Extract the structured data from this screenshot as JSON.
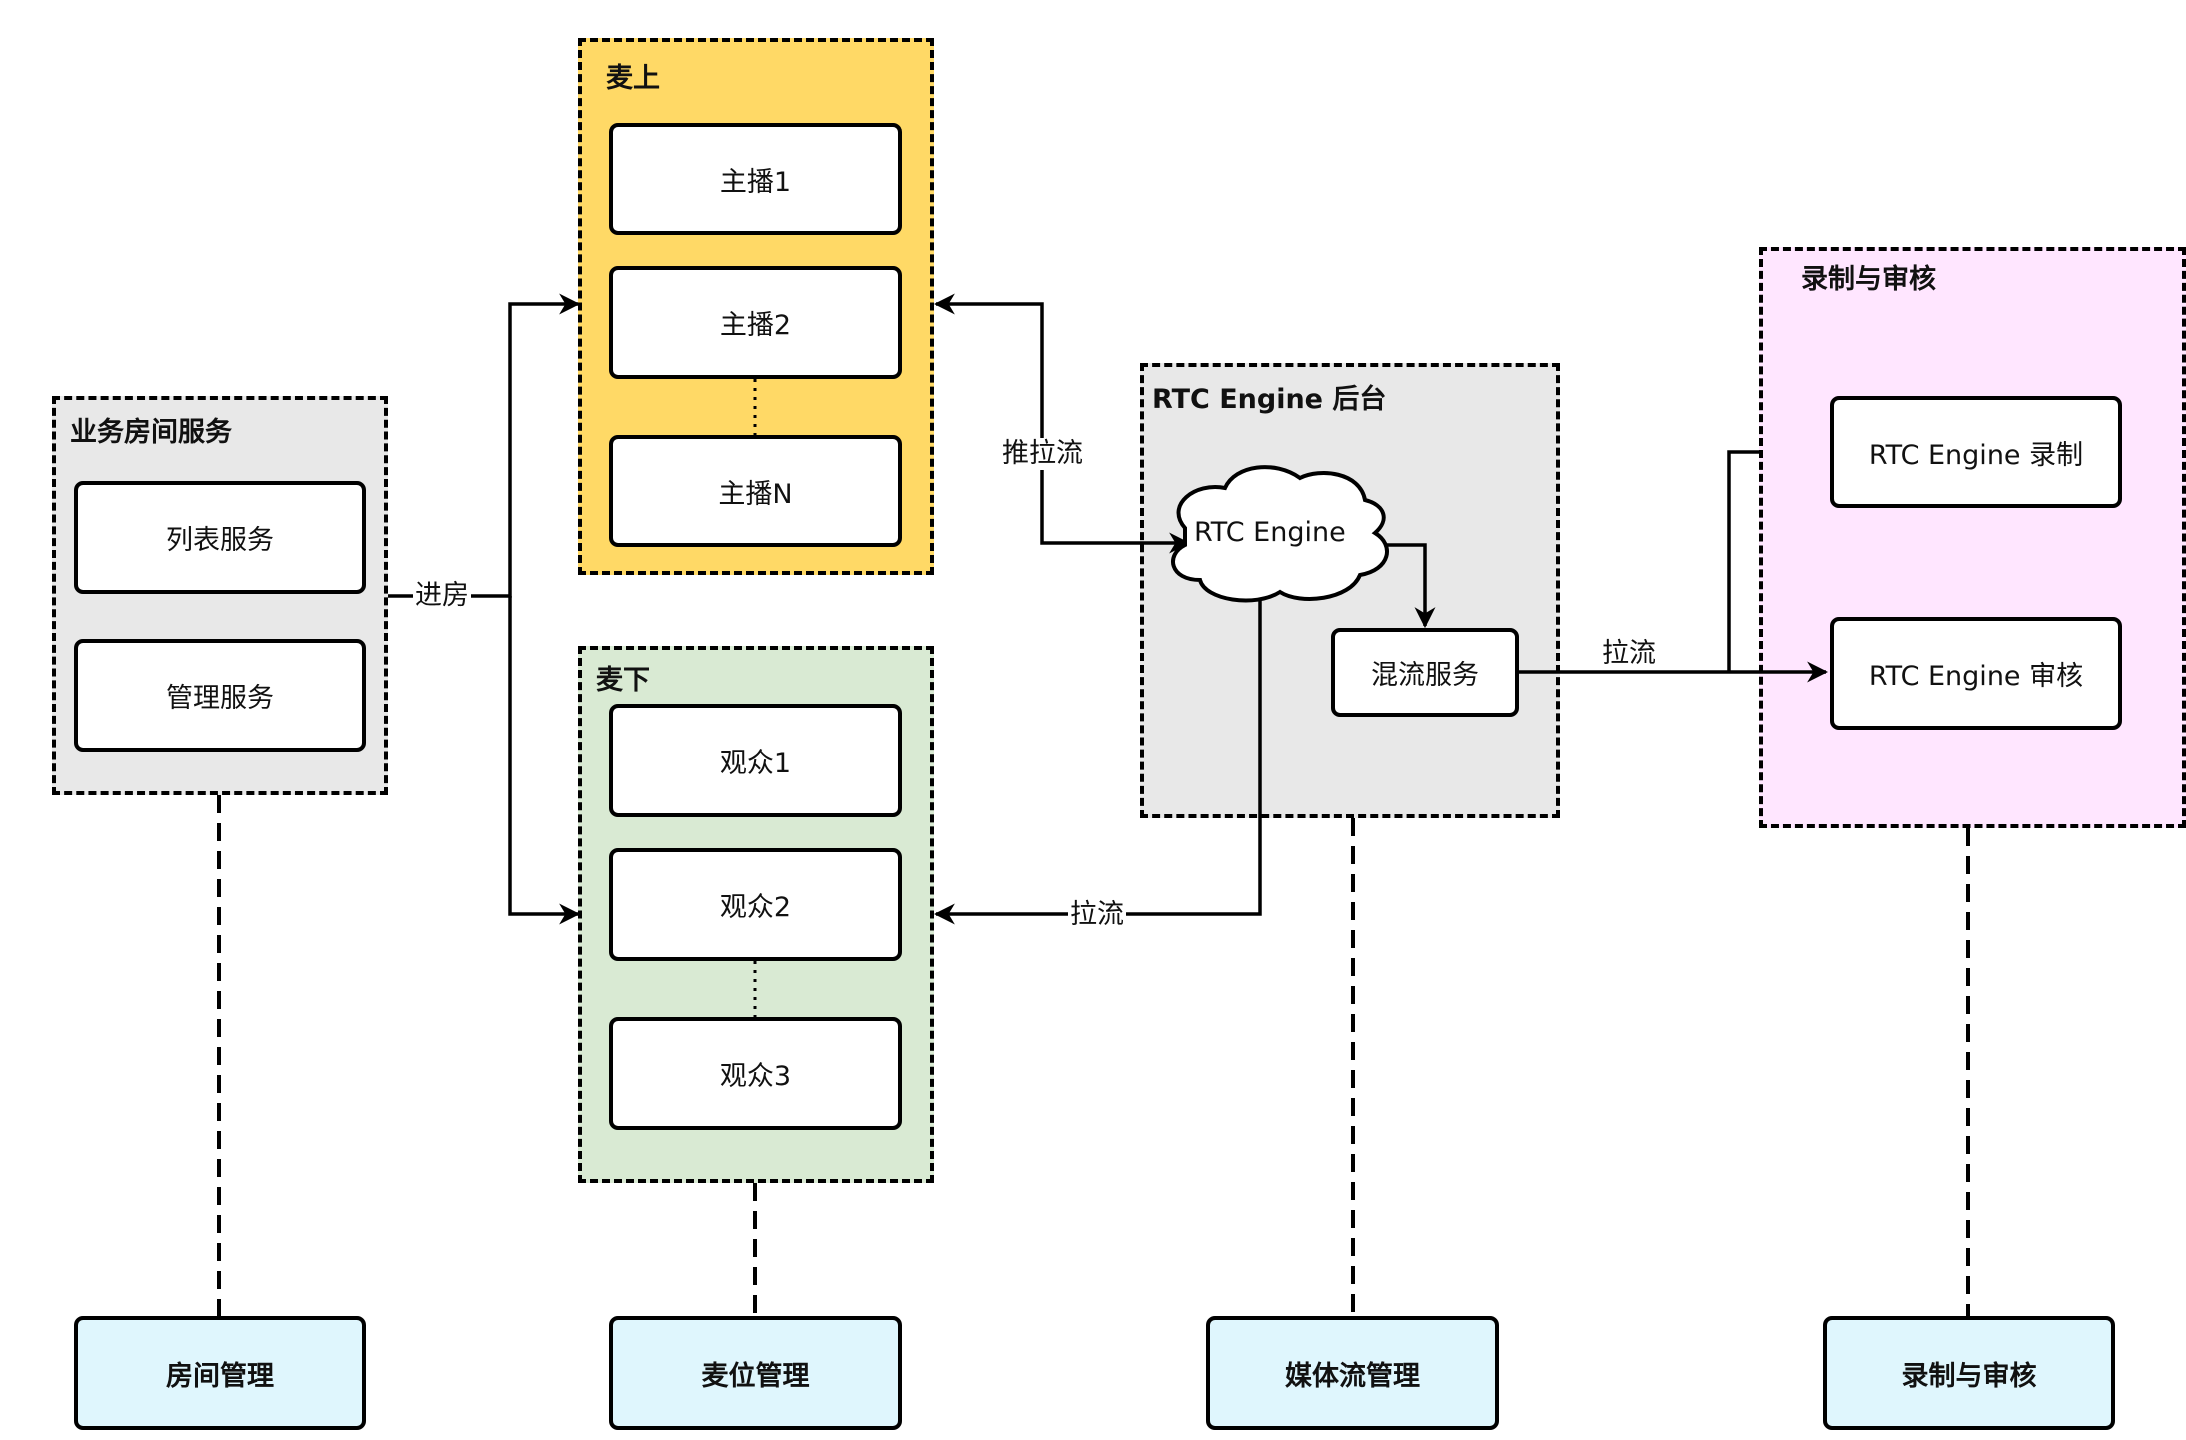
{
  "groups": {
    "room_service": {
      "title": "业务房间服务",
      "items": [
        "列表服务",
        "管理服务"
      ],
      "color": "#e8e8e8"
    },
    "on_mic": {
      "title": "麦上",
      "items": [
        "主播1",
        "主播2",
        "主播N"
      ],
      "color": "#ffd966"
    },
    "off_mic": {
      "title": "麦下",
      "items": [
        "观众1",
        "观众2",
        "观众3"
      ],
      "color": "#d9ead3"
    },
    "rtc_backend": {
      "title": "RTC Engine 后台",
      "cloud": "RTC Engine",
      "mix": "混流服务",
      "color": "#e8e8e8"
    },
    "record_review": {
      "title": "录制与审核",
      "items": [
        "RTC Engine 录制",
        "RTC Engine 审核"
      ],
      "color": "#ffe6ff"
    }
  },
  "edges": {
    "enter_room": "进房",
    "push_pull": "推拉流",
    "pull_to_audience": "拉流",
    "pull_to_review": "拉流"
  },
  "bottom": [
    "房间管理",
    "麦位管理",
    "媒体流管理",
    "录制与审核"
  ],
  "bottom_color": "#dff6fd"
}
